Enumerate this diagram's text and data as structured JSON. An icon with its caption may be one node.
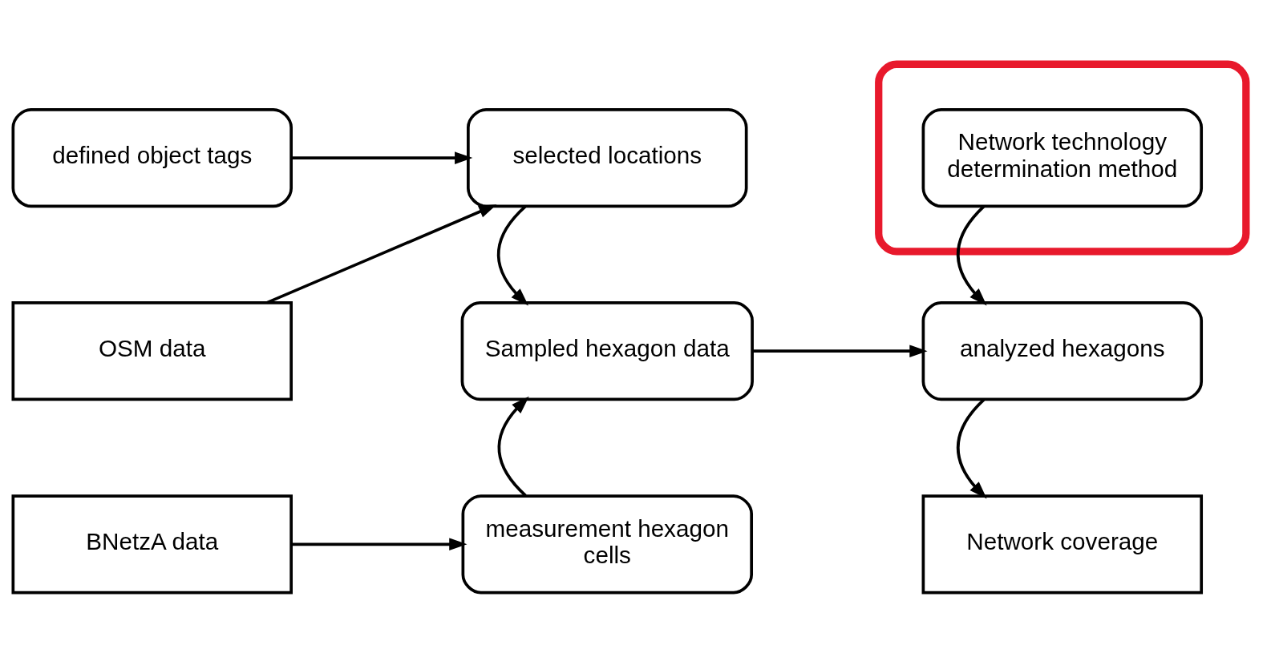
{
  "diagram": {
    "nodes": [
      {
        "text": [
          "defined object tags"
        ]
      },
      {
        "text": [
          "OSM data"
        ]
      },
      {
        "text": [
          "BNetzA data"
        ]
      },
      {
        "text": [
          "selected locations"
        ]
      },
      {
        "text": [
          "Sampled hexagon data"
        ]
      },
      {
        "text": [
          "measurement hexagon cells"
        ]
      },
      {
        "text": [],
        "shape": "box"
      },
      {
        "text": [
          "Network technology determination method"
        ],
        "in": 6
      },
      {
        "text": [
          "analyzed hexagons"
        ]
      },
      {
        "text": [
          "Network coverage"
        ]
      }
    ],
    "edges": [
      {
        "from": 0,
        "to": 3,
        "arrow": "to"
      },
      {
        "from": 1,
        "to": 3,
        "arrow": "to"
      },
      {
        "from": 3,
        "to": 4,
        "arrow": "to"
      },
      {
        "from": 5,
        "to": 4,
        "arrow": "to"
      },
      {
        "from": 4,
        "to": 8,
        "arrow": "to"
      },
      {
        "from": 7,
        "to": 8,
        "arrow": "to"
      },
      {
        "from": 8,
        "to": 9,
        "arrow": "to"
      },
      {
        "from": 2,
        "to": 5,
        "arrow": "to"
      }
    ]
  }
}
